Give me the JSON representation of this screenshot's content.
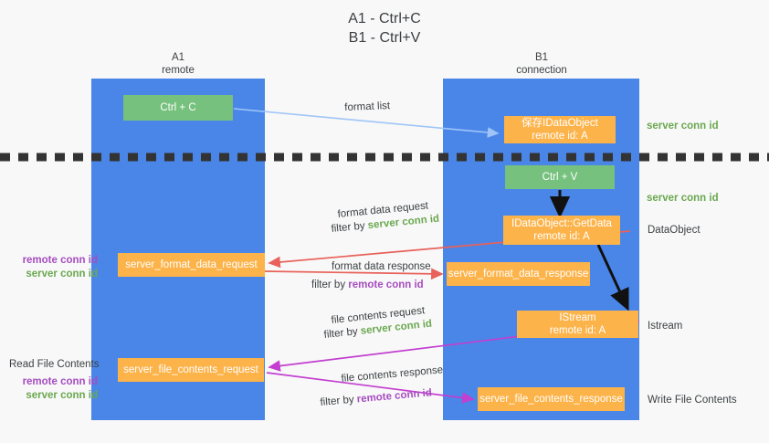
{
  "title": {
    "line1": "A1 - Ctrl+C",
    "line2": "B1 - Ctrl+V"
  },
  "columns": {
    "a1": {
      "name": "A1",
      "role": "remote",
      "color": "#4a86e8"
    },
    "b1": {
      "name": "B1",
      "role": "connection",
      "color": "#4a86e8"
    }
  },
  "boxes": {
    "ctrl_c": {
      "label": "Ctrl + C",
      "color": "#76c17d"
    },
    "save_idataobject": {
      "line1": "保存IDataObject",
      "line2": "remote id: A",
      "color": "#fcb34a"
    },
    "ctrl_v": {
      "label": "Ctrl + V",
      "color": "#76c17d"
    },
    "getdata": {
      "line1": "IDataObject::GetData",
      "line2": "remote id: A",
      "color": "#fcb34a"
    },
    "istream": {
      "line1": "IStream",
      "line2": "remote id: A",
      "color": "#fcb34a"
    },
    "server_format_data_request": {
      "label": "server_format_data_request",
      "color": "#fcb34a"
    },
    "server_format_data_response": {
      "label": "server_format_data_response",
      "color": "#fcb34a"
    },
    "server_file_contents_request": {
      "label": "server_file_contents_request",
      "color": "#fcb34a"
    },
    "server_file_contents_response": {
      "label": "server_file_contents_response",
      "color": "#fcb34a"
    }
  },
  "side_labels": {
    "server_conn_id_top": "server conn id",
    "server_conn_id_mid": "server conn id",
    "dataobject": "DataObject",
    "istream": "Istream",
    "write_file_contents": "Write File Contents",
    "read_file_contents": "Read File Contents",
    "remote_conn_id": "remote conn id",
    "server_conn_id": "server conn id"
  },
  "arrow_labels": {
    "format_list": "format list",
    "format_data_request": "format data request",
    "filter_by_prefix": "filter by ",
    "server_conn_id": "server conn id",
    "format_data_response": "format data response",
    "remote_conn_id": "remote conn id",
    "file_contents_request": "file contents request",
    "file_contents_response": "file contents response"
  },
  "colors": {
    "column_blue": "#4a86e8",
    "green_box": "#76c17d",
    "orange_box": "#fcb34a",
    "green_text": "#6aa84f",
    "purple_text": "#a64dc0",
    "red_arrow": "#e8615a",
    "magenta_arrow": "#c23fd0",
    "light_blue_arrow": "#9fc5f8",
    "divider": "#333333",
    "background": "#f8f8f8"
  }
}
